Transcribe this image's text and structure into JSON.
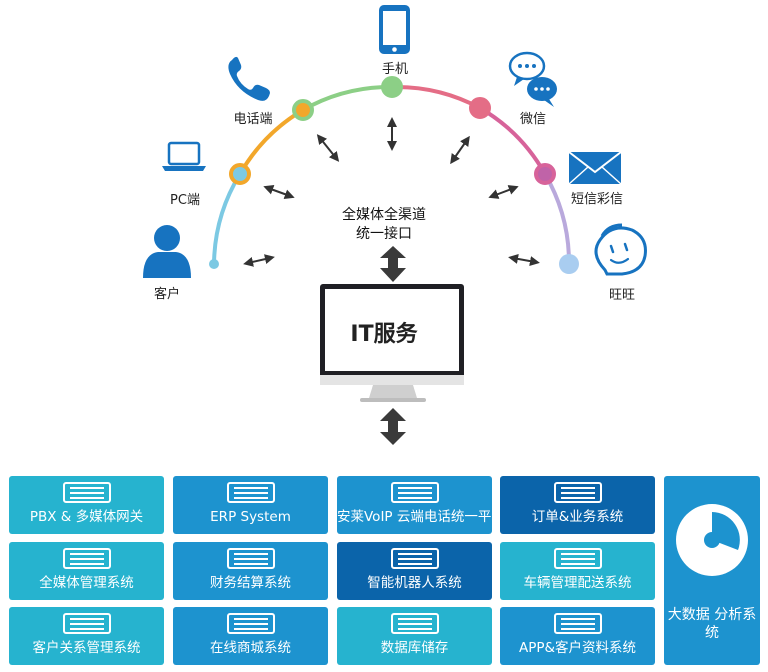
{
  "channels": {
    "mobile": "手机",
    "phone": "电话端",
    "wechat": "微信",
    "pc": "PC端",
    "sms": "短信彩信",
    "customer": "客户",
    "wangwang": "旺旺"
  },
  "center": {
    "line1": "全媒体全渠道",
    "line2": "统一接口",
    "monitor": "IT服务"
  },
  "systems": {
    "col1": [
      "PBX & 多媒体网关",
      "全媒体管理系统",
      "客户关系管理系统"
    ],
    "col2": [
      "ERP System",
      "财务结算系统",
      "在线商城系统"
    ],
    "col3": [
      "安莱VoIP 云端电话统一平台",
      "智能机器人系统",
      "数据库储存"
    ],
    "col4": [
      "订单&业务系统",
      "车辆管理配送系统",
      "APP&客户资料系统"
    ],
    "bigdata": "大数据 分析系统"
  },
  "colors": {
    "teal": "#26b3cf",
    "mid_blue": "#1d93cf",
    "dark_blue": "#0b64aa",
    "arc_teal": "#7cc9e3",
    "arc_orange": "#f2a72b",
    "arc_green": "#8ccf86",
    "arc_pink": "#e46d86",
    "arc_purple": "#c063a8",
    "icon_blue": "#1773c0"
  }
}
